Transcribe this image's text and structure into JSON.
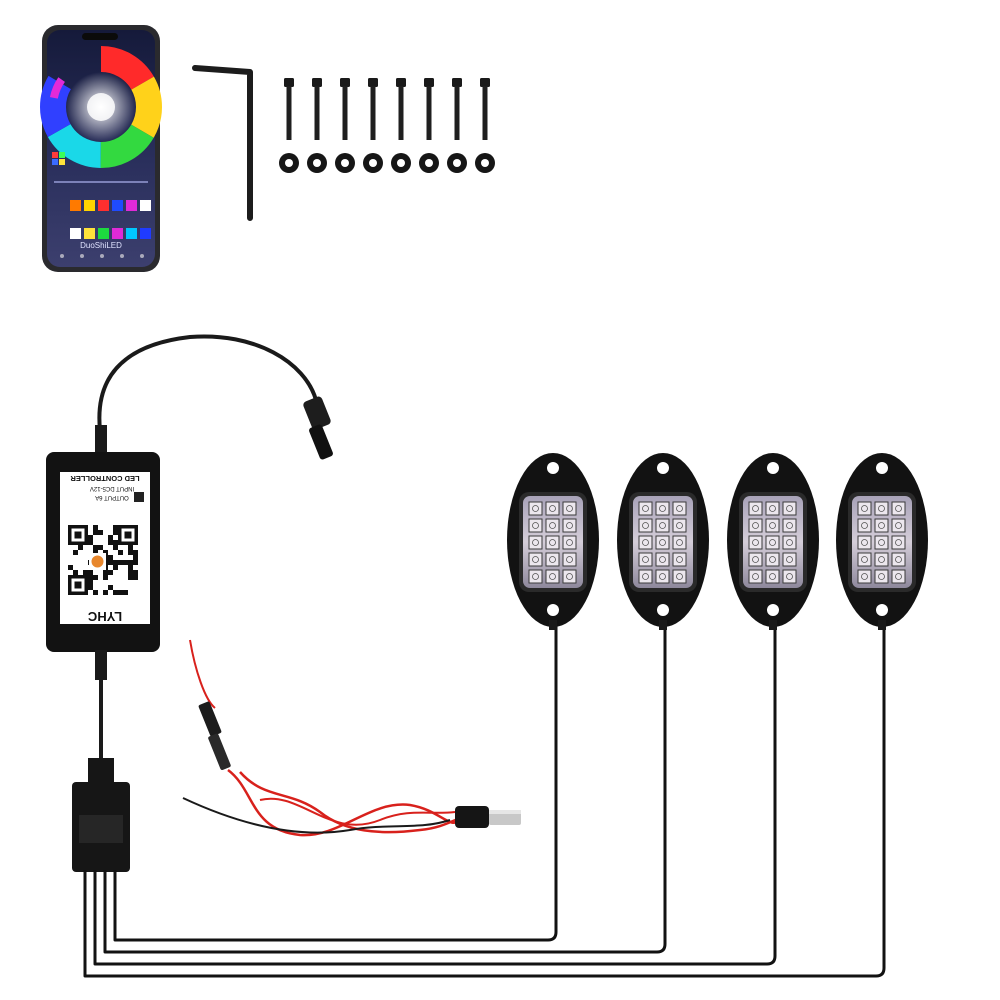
{
  "product": {
    "controller": {
      "label_header": "LED CONTROLLER",
      "label_input": "INPUT DC5-12V",
      "label_output": "OUTPUT 6A",
      "brand": "LYHC"
    },
    "phone_app": {
      "footer_text": "DuoShiLED"
    },
    "accessories": {
      "screw_count": 8,
      "washer_count": 8
    },
    "rock_lights": {
      "count": 4
    }
  },
  "colors": {
    "background": "#ffffff",
    "housing": "#111111",
    "led_pad": "#c9c0cc",
    "red_wire": "#d8211c",
    "black_wire": "#1a1a1a",
    "silver_plug": "#c8c8c8"
  },
  "icons": {
    "app_wheel": "color-wheel-icon",
    "qr": "qr-code-icon",
    "hex_key": "hex-key-icon"
  }
}
